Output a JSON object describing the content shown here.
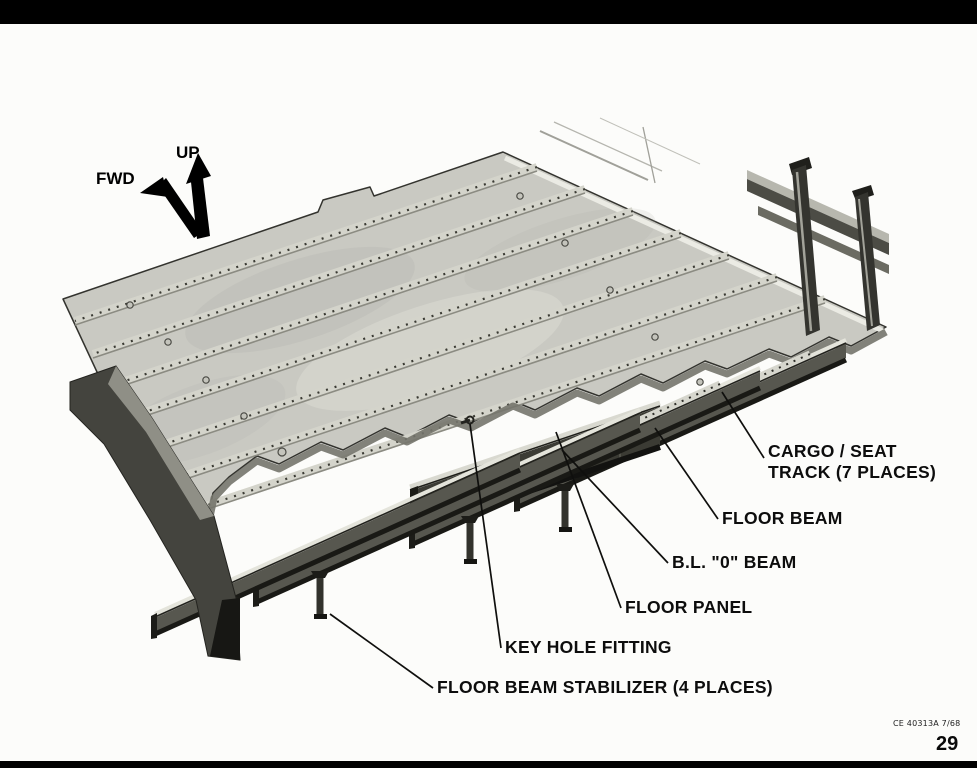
{
  "page": {
    "page_number": "29",
    "figure_code": "CE 40313A 7/68",
    "background_color": "#fcfcfa",
    "bar_color": "#000000"
  },
  "axis_indicator": {
    "up": "UP",
    "fwd": "FWD"
  },
  "callouts": [
    {
      "id": "cargo-seat-track",
      "label": "CARGO / SEAT TRACK (7 PLACES)"
    },
    {
      "id": "floor-beam",
      "label": "FLOOR BEAM"
    },
    {
      "id": "bl-0-beam",
      "label": "B.L. \"0\" BEAM"
    },
    {
      "id": "floor-panel",
      "label": "FLOOR PANEL"
    },
    {
      "id": "key-hole-fitting",
      "label": "KEY HOLE FITTING"
    },
    {
      "id": "floor-beam-stabilizer",
      "label": "FLOOR BEAM STABILIZER (4 PLACES)"
    }
  ],
  "illustration": {
    "panel_color": "#c9c9c2",
    "ink_color": "#111111"
  }
}
